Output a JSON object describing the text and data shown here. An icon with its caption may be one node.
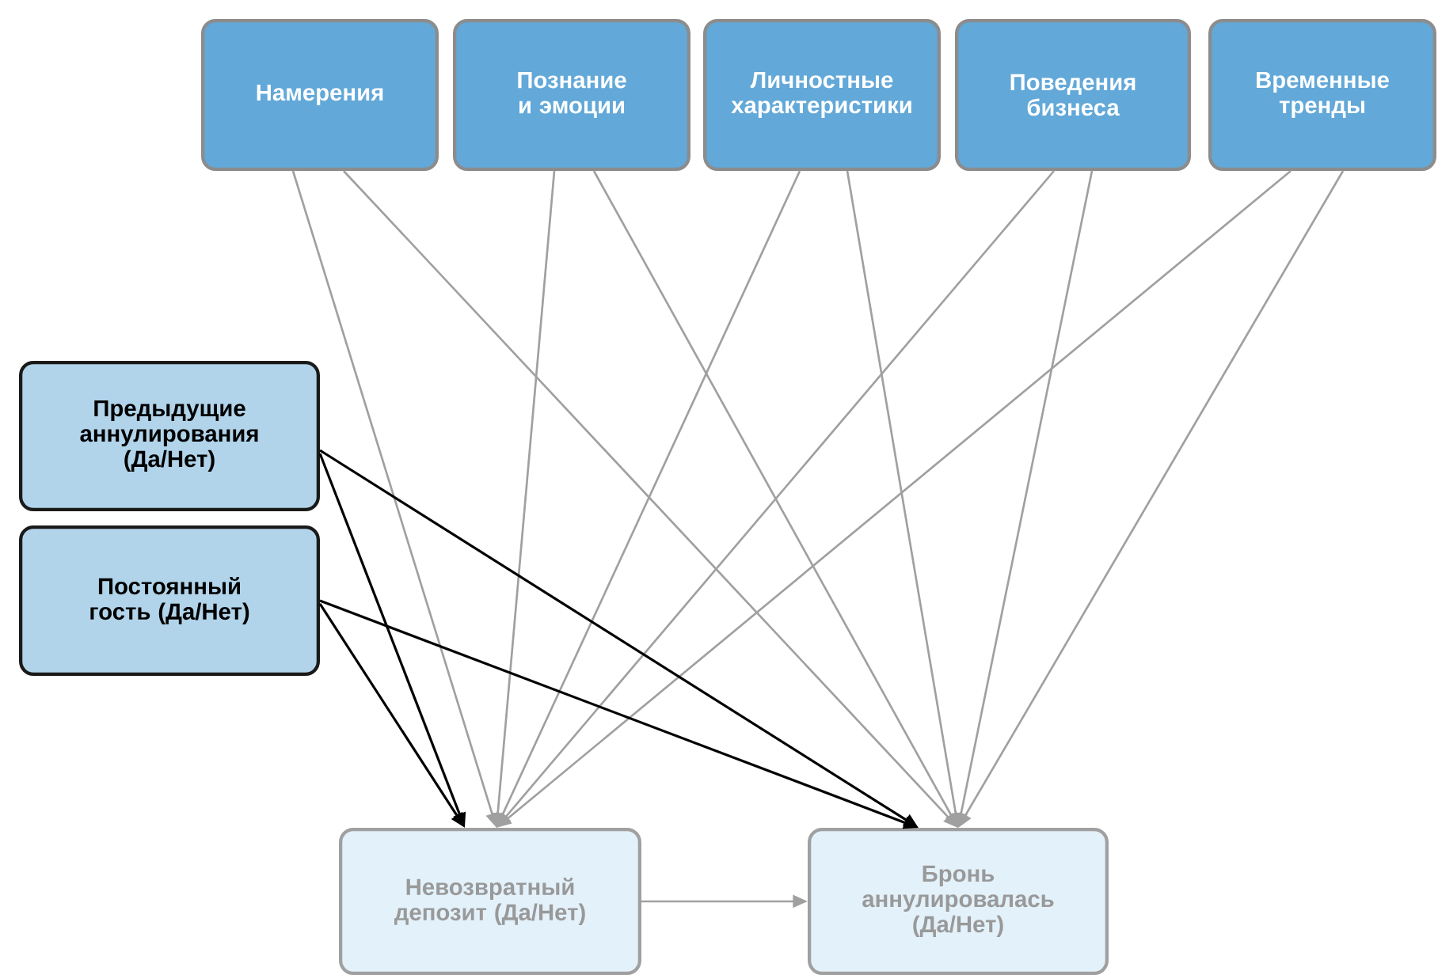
{
  "diagram": {
    "nodes": [
      {
        "text": [
          "Намерения"
        ]
      },
      {
        "text": [
          "Познание и эмоции"
        ]
      },
      {
        "text": [
          "Личностные характеристики"
        ]
      },
      {
        "text": [
          "Поведения бизнеса"
        ]
      },
      {
        "text": [
          "Временные тренды"
        ]
      },
      {
        "text": [
          "Предыдущие аннулирования (Да/Нет)"
        ]
      },
      {
        "text": [
          "Постоянный гость (Да/Нет)"
        ]
      },
      {
        "text": [
          "Невозвратный депозит (Да/Нет)"
        ]
      },
      {
        "text": [
          "Бронь аннулировалась (Да/Нет)"
        ]
      }
    ],
    "edges": [
      {
        "from": 0,
        "to": 7,
        "arrow": "to"
      },
      {
        "from": 0,
        "to": 8,
        "arrow": "to"
      },
      {
        "from": 1,
        "to": 7,
        "arrow": "to"
      },
      {
        "from": 1,
        "to": 8,
        "arrow": "to"
      },
      {
        "from": 2,
        "to": 7,
        "arrow": "to"
      },
      {
        "from": 2,
        "to": 8,
        "arrow": "to"
      },
      {
        "from": 3,
        "to": 7,
        "arrow": "to"
      },
      {
        "from": 3,
        "to": 8,
        "arrow": "to"
      },
      {
        "from": 4,
        "to": 7,
        "arrow": "to"
      },
      {
        "from": 4,
        "to": 8,
        "arrow": "to"
      },
      {
        "from": 5,
        "to": 7,
        "arrow": "to",
        "color": "#000000"
      },
      {
        "from": 5,
        "to": 8,
        "arrow": "to",
        "color": "#000000"
      },
      {
        "from": 6,
        "to": 7,
        "arrow": "to",
        "color": "#000000"
      },
      {
        "from": 6,
        "to": 8,
        "arrow": "to",
        "color": "#000000"
      },
      {
        "from": 7,
        "to": 8,
        "arrow": "to"
      }
    ]
  }
}
